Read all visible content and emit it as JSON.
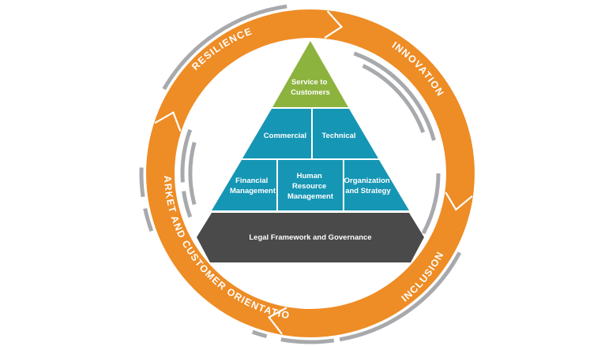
{
  "diagram": {
    "ring": {
      "segments": [
        {
          "id": "innovation",
          "label": "INNOVATION"
        },
        {
          "id": "inclusion",
          "label": "INCLUSION"
        },
        {
          "id": "market",
          "label": "MARKET AND CUSTOMER ORIENTATION"
        },
        {
          "id": "resilience",
          "label": "RESILIENCE"
        }
      ]
    },
    "pyramid": {
      "top": {
        "lines": [
          "Service to",
          "Customers"
        ]
      },
      "middle": [
        {
          "lines": [
            "Commercial"
          ]
        },
        {
          "lines": [
            "Technical"
          ]
        }
      ],
      "lower": [
        {
          "lines": [
            "Financial",
            "Management"
          ]
        },
        {
          "lines": [
            "Human",
            "Resource",
            "Management"
          ]
        },
        {
          "lines": [
            "Organization",
            "and Strategy"
          ]
        }
      ],
      "base": {
        "lines": [
          "Legal Framework and Governance"
        ]
      }
    },
    "colors": {
      "ring": "#EE8C25",
      "ring_accent": "#A7A9AC",
      "top": "#8DB33F",
      "middle": "#1596B4",
      "base": "#4A4A4A",
      "text": "#FFFFFF"
    }
  }
}
